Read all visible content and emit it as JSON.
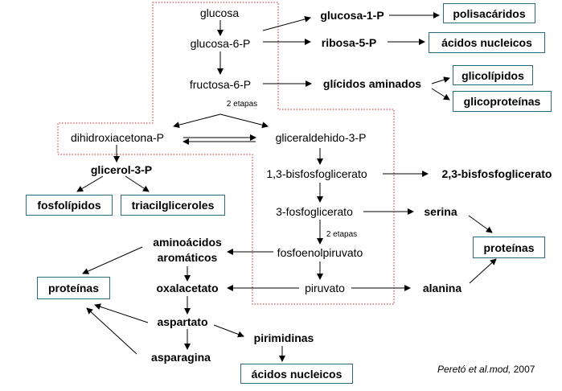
{
  "nodes": {
    "glucosa": "glucosa",
    "glucosa6p": "glucosa-6-P",
    "fructosa6p": "fructosa-6-P",
    "dhap": "dihidroxiacetona-P",
    "g3p": "gliceraldehido-3-P",
    "bpg": "1,3-bisfosfoglicerato",
    "pg3": "3-fosfoglicerato",
    "pep": "fosfoenolpiruvato",
    "piruvato": "piruvato",
    "glucosa1p": "glucosa-1-P",
    "ribosa5p": "ribosa-5-P",
    "glicidos": "glícidos aminados",
    "glicerol3p": "glicerol-3-P",
    "bpg23": "2,3-bisfosfoglicerato",
    "serina": "serina",
    "alanina": "alanina",
    "aminoacidos_1": "aminoácidos",
    "aminoacidos_2": "aromáticos",
    "oxalacetato": "oxalacetato",
    "aspartato": "aspartato",
    "asparagina": "asparagina",
    "pirimidinas": "pirimidinas"
  },
  "boxes": {
    "polisacaridos": "polisacáridos",
    "acidos_nucleicos_top": "ácidos nucleicos",
    "glicolipidos": "glicolípidos",
    "glicoproteinas": "glicoproteínas",
    "fosfolipidos": "fosfolípidos",
    "triacilgliceroles": "triacilgliceroles",
    "proteinas_right": "proteínas",
    "proteinas_left": "proteínas",
    "acidos_nucleicos_bottom": "ácidos nucleicos"
  },
  "labels": {
    "etapas_1": "2 etapas",
    "etapas_2": "2 etapas"
  },
  "citation": {
    "authors": "Peretó et al.mod,",
    "year": "2007"
  },
  "colors": {
    "box_border": "#2a6a7c",
    "pathway_outline": "#cc2222",
    "arrow": "#000000"
  }
}
